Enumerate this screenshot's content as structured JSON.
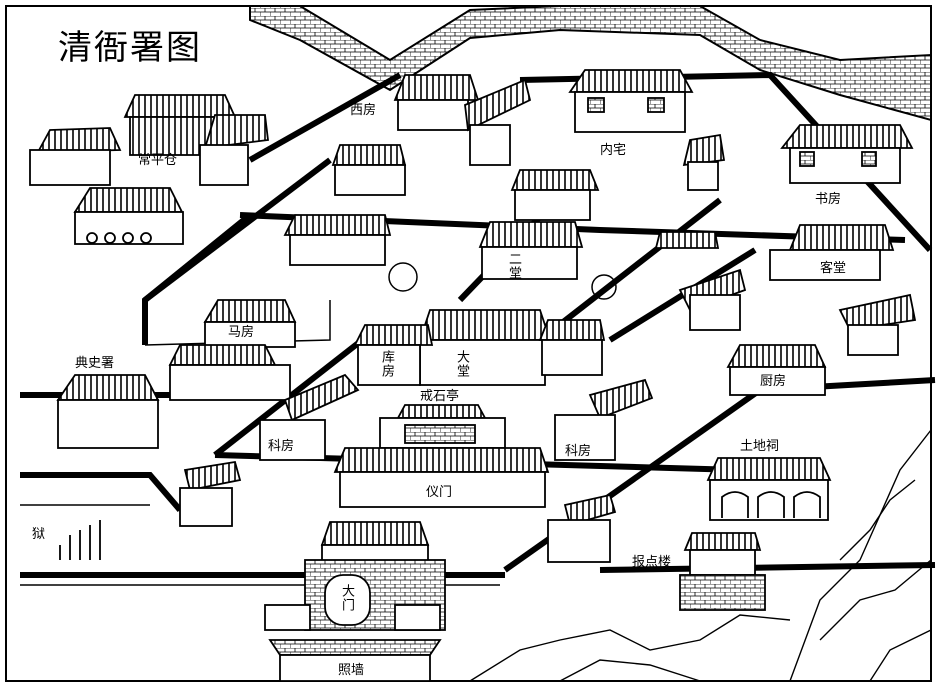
{
  "title": "清衙署图",
  "labels": {
    "changping_cang": "常平仓",
    "xi_fang": "西房",
    "nei_zhai": "内宅",
    "shu_fang": "书房",
    "er_tang": "二堂",
    "ke_tang": "客堂",
    "ma_fang": "马房",
    "ku_fang": "库房",
    "da_tang": "大堂",
    "chu_fang": "厨房",
    "dian_shi_shu": "典史署",
    "jie_shi_ting": "戒石亭",
    "ke_fang_left": "科房",
    "ke_fang_right": "科房",
    "tu_di_ci": "土地祠",
    "yi_men": "仪门",
    "yu": "狱",
    "bao_dian_lou": "报点楼",
    "da_men": "大门",
    "zhao_qiang": "照墙"
  }
}
